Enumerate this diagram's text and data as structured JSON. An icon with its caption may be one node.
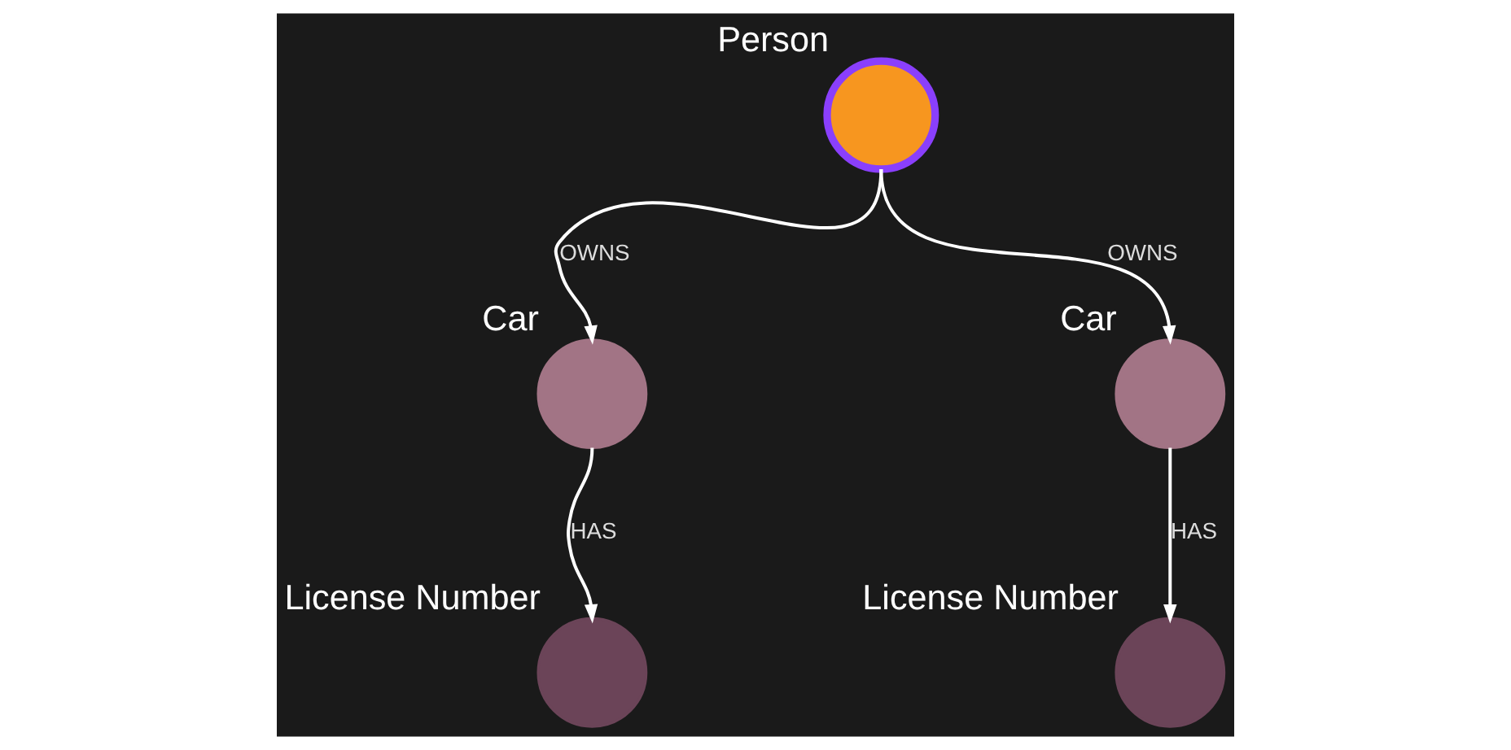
{
  "diagram": {
    "nodes": [
      {
        "text": [
          "Person"
        ]
      },
      {
        "text": [
          "Car"
        ]
      },
      {
        "text": [
          "Car"
        ]
      },
      {
        "text": [
          "License Number"
        ]
      },
      {
        "text": [
          "License Number"
        ]
      }
    ],
    "edges": [
      {
        "from": 0,
        "to": 1,
        "arrow": "to",
        "label": "OWNS"
      },
      {
        "from": 0,
        "to": 2,
        "arrow": "to",
        "label": "OWNS"
      },
      {
        "from": 1,
        "to": 3,
        "arrow": "to",
        "label": "HAS"
      },
      {
        "from": 2,
        "to": 4,
        "arrow": "to",
        "label": "HAS"
      }
    ]
  }
}
